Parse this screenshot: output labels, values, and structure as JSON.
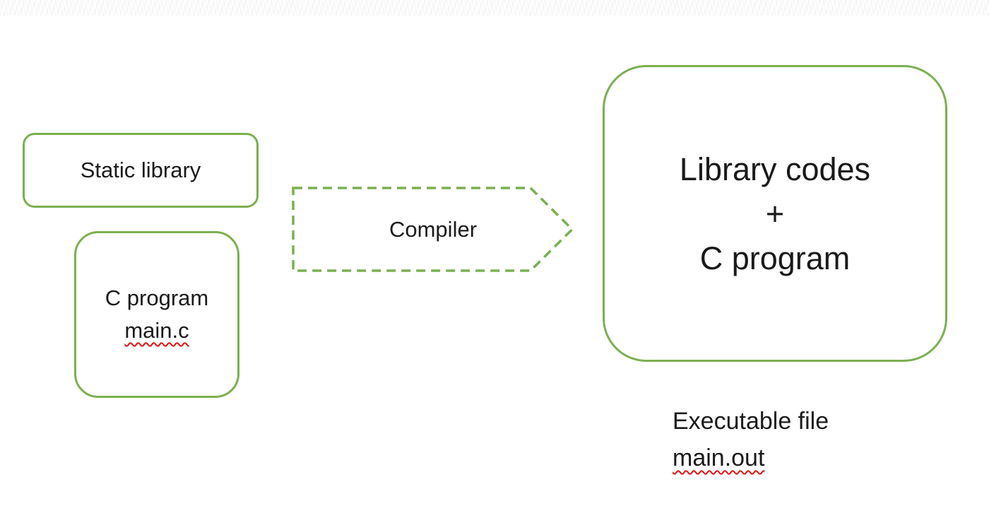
{
  "diagram": {
    "colors": {
      "background": "#ffffff",
      "accent_green": "#7baf50",
      "squiggle_red": "#e01212",
      "text_color": "#1a1a1a"
    },
    "static_library": {
      "label": "Static library"
    },
    "c_program": {
      "line1": "C program",
      "line2": "main.c"
    },
    "compiler": {
      "label": "Compiler"
    },
    "output": {
      "line1": "Library codes",
      "line2": "+",
      "line3": "C program"
    },
    "executable": {
      "line1": "Executable file",
      "line2": "main.out"
    }
  }
}
